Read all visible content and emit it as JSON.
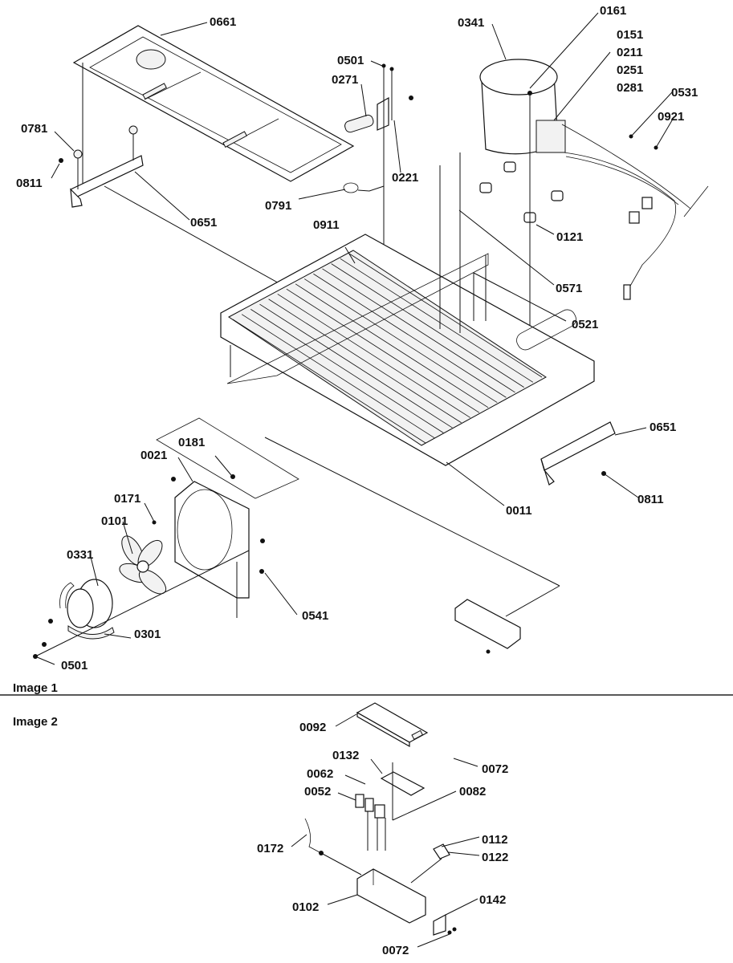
{
  "sections": [
    {
      "title": "Image 1",
      "callouts": [
        "0661",
        "0501",
        "0271",
        "0341",
        "0161",
        "0151",
        "0211",
        "0251",
        "0281",
        "0531",
        "0921",
        "0781",
        "0811",
        "0651",
        "0791",
        "0221",
        "0121",
        "0911",
        "0571",
        "0521",
        "0011",
        "0651",
        "0811",
        "0021",
        "0181",
        "0171",
        "0101",
        "0331",
        "0541",
        "0301",
        "0501"
      ],
      "labels": {
        "c0661": "0661",
        "c0501a": "0501",
        "c0271": "0271",
        "c0341": "0341",
        "c0161": "0161",
        "c0151": "0151",
        "c0211": "0211",
        "c0251": "0251",
        "c0281": "0281",
        "c0531": "0531",
        "c0921": "0921",
        "c0781": "0781",
        "c0811a": "0811",
        "c0651a": "0651",
        "c0791": "0791",
        "c0221": "0221",
        "c0121": "0121",
        "c0911": "0911",
        "c0571": "0571",
        "c0521": "0521",
        "c0011": "0011",
        "c0651b": "0651",
        "c0811b": "0811",
        "c0021": "0021",
        "c0181": "0181",
        "c0171": "0171",
        "c0101": "0101",
        "c0331": "0331",
        "c0541": "0541",
        "c0301": "0301",
        "c0501b": "0501"
      }
    },
    {
      "title": "Image 2",
      "labels": {
        "c0092": "0092",
        "c0072a": "0072",
        "c0132": "0132",
        "c0062": "0062",
        "c0052": "0052",
        "c0082": "0082",
        "c0172": "0172",
        "c0112": "0112",
        "c0122": "0122",
        "c0102": "0102",
        "c0142": "0142",
        "c0072b": "0072"
      }
    }
  ]
}
